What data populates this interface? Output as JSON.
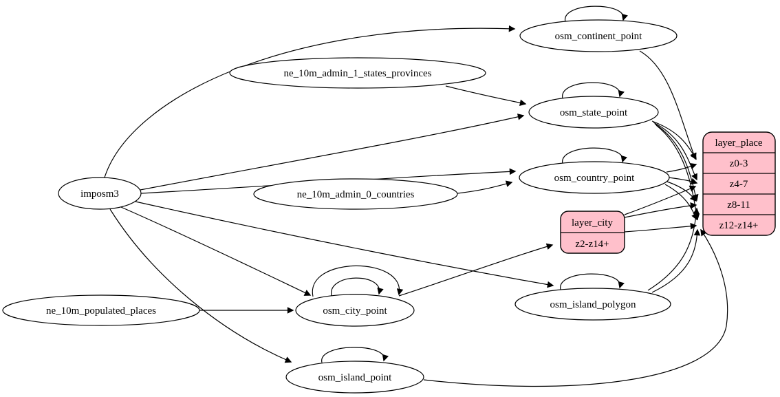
{
  "diagram": {
    "type": "graphviz-dependency-graph",
    "colors": {
      "background": "#ffffff",
      "node_fill": "#ffffff",
      "node_stroke": "#000000",
      "edge_color": "#000000",
      "record_fill": "#ffc0cb"
    },
    "nodes": {
      "imposm3": {
        "label": "imposm3",
        "shape": "ellipse"
      },
      "ne_10m_admin_1_states_provinces": {
        "label": "ne_10m_admin_1_states_provinces",
        "shape": "ellipse"
      },
      "ne_10m_admin_0_countries": {
        "label": "ne_10m_admin_0_countries",
        "shape": "ellipse"
      },
      "ne_10m_populated_places": {
        "label": "ne_10m_populated_places",
        "shape": "ellipse"
      },
      "osm_continent_point": {
        "label": "osm_continent_point",
        "shape": "ellipse"
      },
      "osm_state_point": {
        "label": "osm_state_point",
        "shape": "ellipse"
      },
      "osm_country_point": {
        "label": "osm_country_point",
        "shape": "ellipse"
      },
      "osm_city_point": {
        "label": "osm_city_point",
        "shape": "ellipse"
      },
      "osm_island_polygon": {
        "label": "osm_island_polygon",
        "shape": "ellipse"
      },
      "osm_island_point": {
        "label": "osm_island_point",
        "shape": "ellipse"
      }
    },
    "records": {
      "layer_city": {
        "title": "layer_city",
        "rows": [
          "z2-z14+"
        ]
      },
      "layer_place": {
        "title": "layer_place",
        "rows": [
          "z0-3",
          "z4-7",
          "z8-11",
          "z12-z14+"
        ]
      }
    },
    "edges": [
      {
        "from": "imposm3",
        "to": "osm_continent_point"
      },
      {
        "from": "imposm3",
        "to": "osm_state_point"
      },
      {
        "from": "imposm3",
        "to": "osm_country_point"
      },
      {
        "from": "imposm3",
        "to": "osm_city_point"
      },
      {
        "from": "imposm3",
        "to": "osm_island_polygon"
      },
      {
        "from": "imposm3",
        "to": "osm_island_point"
      },
      {
        "from": "ne_10m_admin_1_states_provinces",
        "to": "osm_state_point"
      },
      {
        "from": "ne_10m_admin_0_countries",
        "to": "osm_country_point"
      },
      {
        "from": "ne_10m_populated_places",
        "to": "osm_city_point"
      },
      {
        "from": "osm_continent_point",
        "to": "osm_continent_point"
      },
      {
        "from": "osm_state_point",
        "to": "osm_state_point"
      },
      {
        "from": "osm_country_point",
        "to": "osm_country_point"
      },
      {
        "from": "osm_city_point",
        "to": "osm_city_point"
      },
      {
        "from": "osm_city_point",
        "to": "osm_city_point"
      },
      {
        "from": "osm_island_polygon",
        "to": "osm_island_polygon"
      },
      {
        "from": "osm_island_point",
        "to": "osm_island_point"
      },
      {
        "from": "osm_city_point",
        "to": "layer_city:z2-z14+"
      },
      {
        "from": "osm_continent_point",
        "to": "layer_place:z0-3"
      },
      {
        "from": "osm_state_point",
        "to": "layer_place:z0-3"
      },
      {
        "from": "osm_state_point",
        "to": "layer_place:z4-7"
      },
      {
        "from": "osm_state_point",
        "to": "layer_place:z8-11"
      },
      {
        "from": "osm_state_point",
        "to": "layer_place:z12-z14+"
      },
      {
        "from": "osm_country_point",
        "to": "layer_place:z0-3"
      },
      {
        "from": "osm_country_point",
        "to": "layer_place:z4-7"
      },
      {
        "from": "osm_country_point",
        "to": "layer_place:z8-11"
      },
      {
        "from": "osm_country_point",
        "to": "layer_place:z12-z14+"
      },
      {
        "from": "layer_city",
        "to": "layer_place:z4-7"
      },
      {
        "from": "layer_city",
        "to": "layer_place:z8-11"
      },
      {
        "from": "layer_city",
        "to": "layer_place:z12-z14+"
      },
      {
        "from": "osm_island_polygon",
        "to": "layer_place:z8-11"
      },
      {
        "from": "osm_island_polygon",
        "to": "layer_place:z12-z14+"
      },
      {
        "from": "osm_island_point",
        "to": "layer_place:z12-z14+"
      }
    ]
  }
}
